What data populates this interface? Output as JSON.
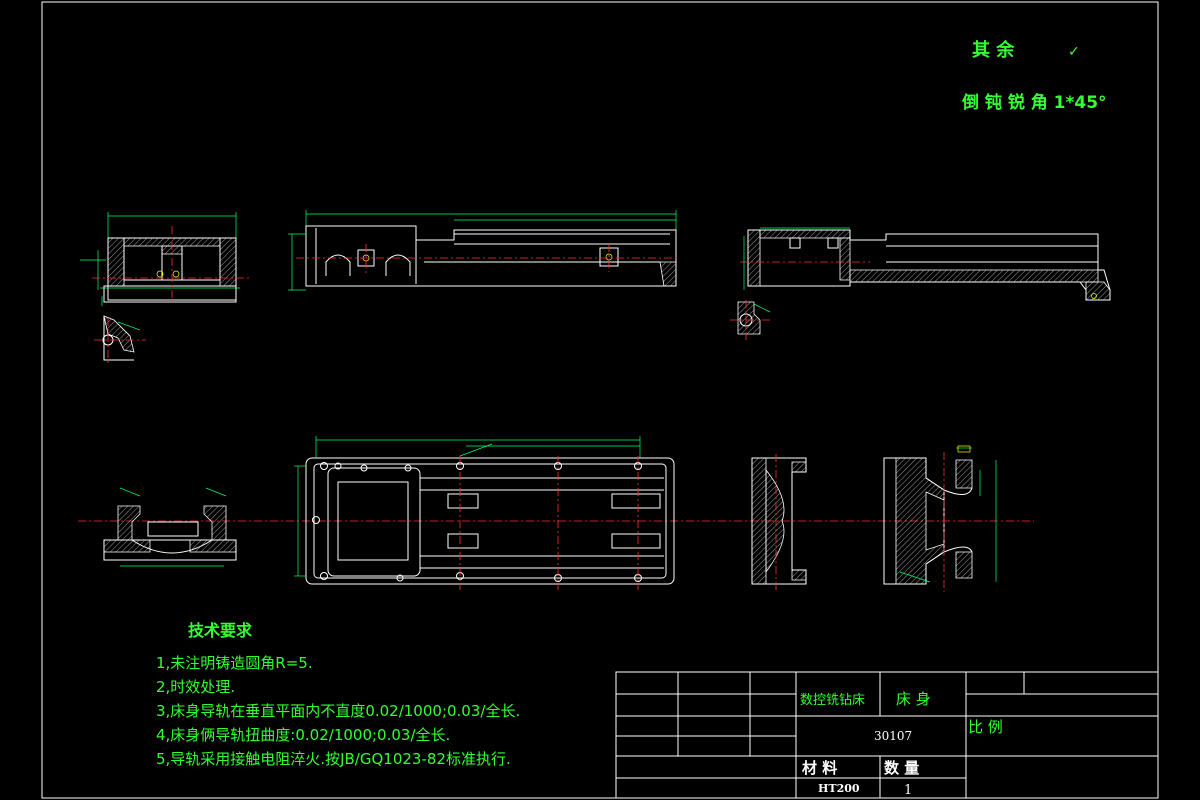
{
  "notes_top": {
    "roughness_label": "其 余",
    "roughness_symbol": "✓",
    "chamfer_note": "倒 钝 锐 角 1*45°"
  },
  "tech_requirements": {
    "heading": "技术要求",
    "items": [
      "1,未注明铸造圆角R=5.",
      "2,时效处理.",
      "3,床身导轨在垂直平面内不直度0.02/1000;0.03/全长.",
      "4,床身俩导轨扭曲度:0.02/1000;0.03/全长.",
      "5,导轨采用接触电阻淬火.按JB/GQ1023-82标准执行."
    ]
  },
  "title_block": {
    "product": "数控铣钻床",
    "part": "床 身",
    "drawing_no": "30107",
    "scale_label": "比 例",
    "material_label": "材  料",
    "quantity_label": "数  量",
    "material": "HT200",
    "quantity": "1"
  },
  "colors": {
    "background": "#000000",
    "text": "#33ff33",
    "outline": "#ffffff",
    "centerline": "#ff3030",
    "dimension": "#00ff66"
  }
}
